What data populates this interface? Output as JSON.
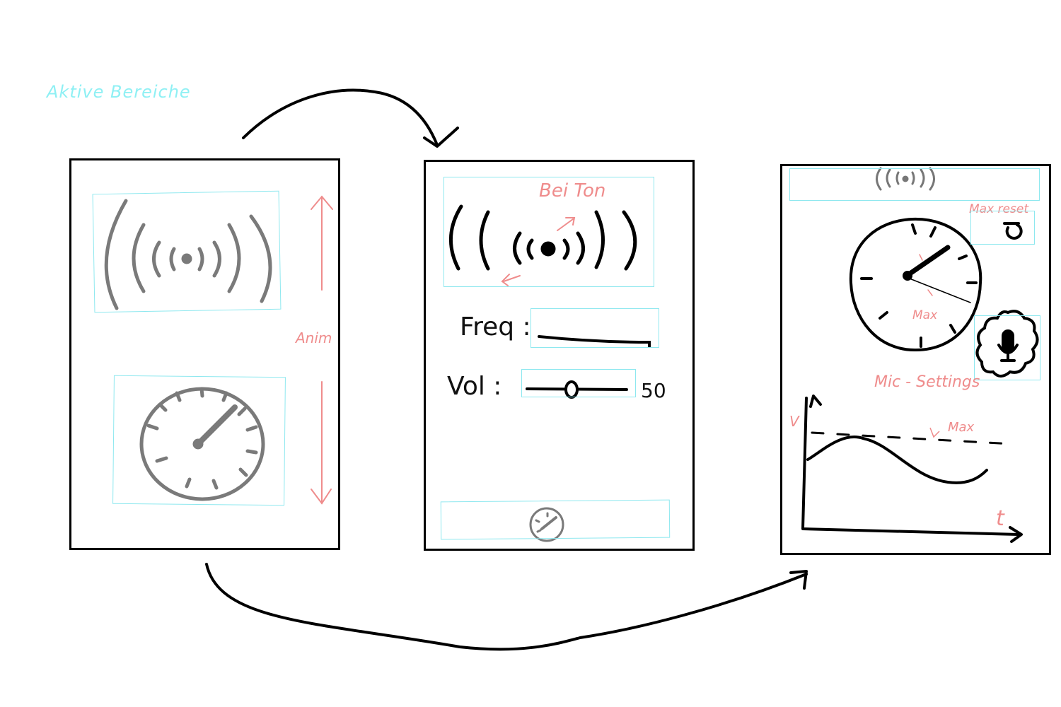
{
  "legend": "Aktive Bereiche",
  "screen_main": {
    "anim_label": "Anim"
  },
  "screen_tone": {
    "beep_label": "Bei Ton",
    "freq_label": "Freq :",
    "vol_label": "Vol :",
    "vol_value": "50"
  },
  "screen_meter": {
    "reset_label": "Max reset",
    "max_label": "Max",
    "mic_label": "Mic - Settings",
    "graph_y_label": "V",
    "graph_max_label": "Max",
    "graph_x_label": "t"
  },
  "colors": {
    "area": "#8ee8ef",
    "note": "#ef8c8c",
    "ink": "#000000",
    "icon": "#777777"
  }
}
